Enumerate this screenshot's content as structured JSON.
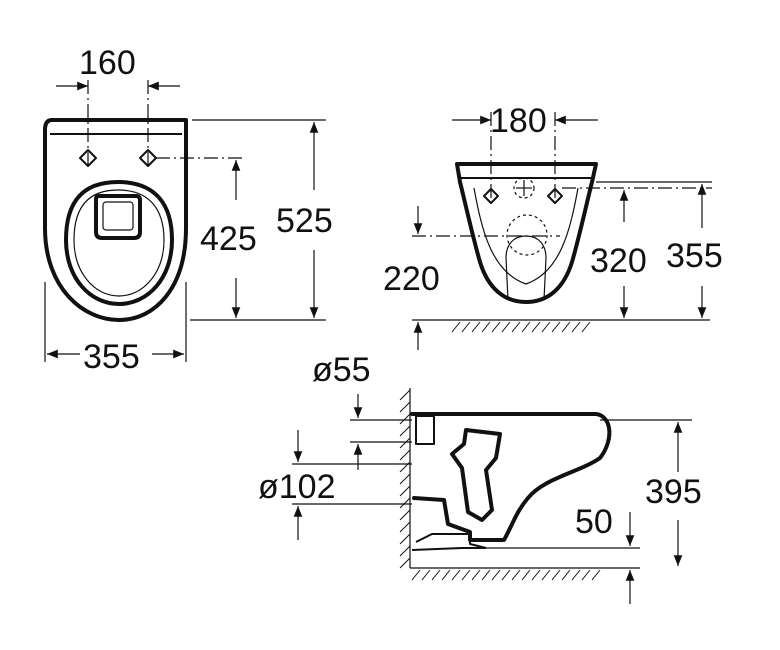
{
  "dimensions": {
    "top_hole_spacing": "160",
    "top_height_to_holes": "425",
    "top_total_length": "525",
    "top_width": "355",
    "front_hole_spacing": "180",
    "front_floor_to_lower": "220",
    "front_floor_to_holes": "320",
    "front_floor_to_rim": "355",
    "side_outlet_diameter": "ø55",
    "side_waste_diameter": "ø102",
    "side_rim_height": "395",
    "side_base_offset": "50"
  }
}
